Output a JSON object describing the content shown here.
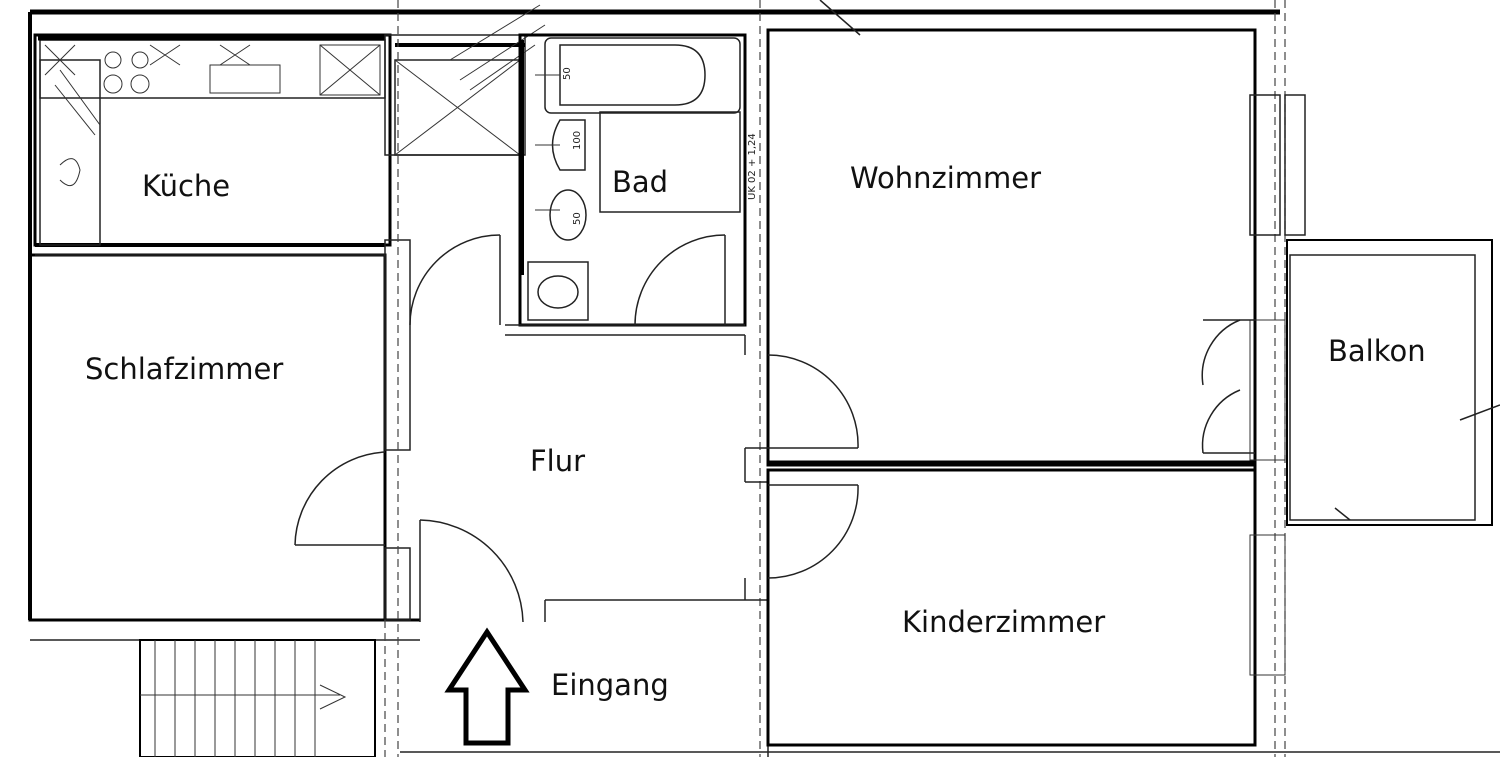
{
  "rooms": {
    "kueche": "Küche",
    "bad": "Bad",
    "wohnzimmer": "Wohnzimmer",
    "schlafzimmer": "Schlafzimmer",
    "balkon": "Balkon",
    "flur": "Flur",
    "kinderzimmer": "Kinderzimmer",
    "eingang": "Eingang"
  },
  "icons": {
    "entrance": "up-arrow-icon"
  }
}
